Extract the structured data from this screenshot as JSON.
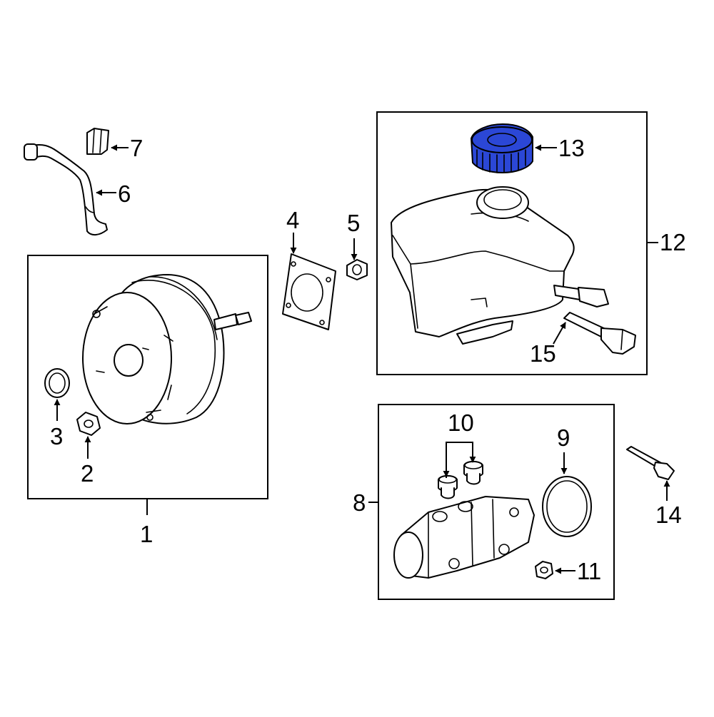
{
  "highlight_color": "#2b47d6",
  "highlighted_part": "13",
  "labels": {
    "l1": "1",
    "l2": "2",
    "l3": "3",
    "l4": "4",
    "l5": "5",
    "l6": "6",
    "l7": "7",
    "l8": "8",
    "l9": "9",
    "l10": "10",
    "l11": "11",
    "l12": "12",
    "l13": "13",
    "l14": "14",
    "l15": "15"
  }
}
